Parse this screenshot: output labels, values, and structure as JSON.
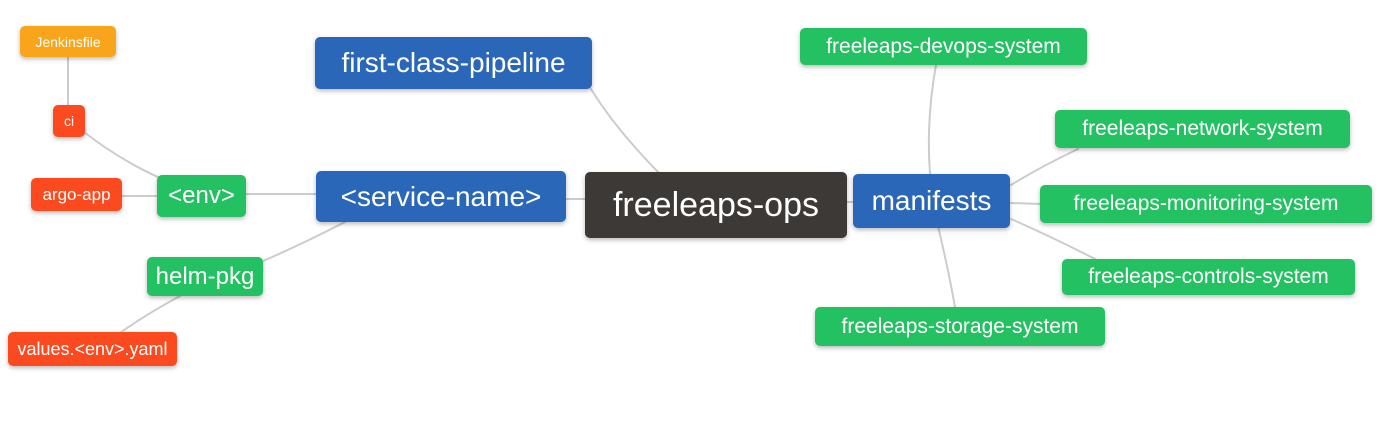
{
  "diagram": {
    "type": "mindmap",
    "background_color": "#ffffff",
    "edge_color": "#cccccc",
    "colors": {
      "root_dark": "#3d3936",
      "branch_blue": "#2a67b8",
      "leaf_green": "#23c162",
      "leaf_red": "#fb4a1f",
      "leaf_orange": "#f9a51b"
    },
    "nodes": [
      {
        "id": "freeleaps-ops",
        "label": "freeleaps-ops",
        "color": "#3d3936"
      },
      {
        "id": "first-class-pipeline",
        "label": "first-class-pipeline",
        "color": "#2a67b8"
      },
      {
        "id": "service-name",
        "label": "<service-name>",
        "color": "#2a67b8"
      },
      {
        "id": "env",
        "label": "<env>",
        "color": "#23c162"
      },
      {
        "id": "ci",
        "label": "ci",
        "color": "#fb4a1f"
      },
      {
        "id": "jenkinsfile",
        "label": "Jenkinsfile",
        "color": "#f9a51b"
      },
      {
        "id": "argo-app",
        "label": "argo-app",
        "color": "#fb4a1f"
      },
      {
        "id": "helm-pkg",
        "label": "helm-pkg",
        "color": "#23c162"
      },
      {
        "id": "values-env-yaml",
        "label": "values.<env>.yaml",
        "color": "#fb4a1f"
      },
      {
        "id": "manifests",
        "label": "manifests",
        "color": "#2a67b8"
      },
      {
        "id": "freeleaps-devops-system",
        "label": "freeleaps-devops-system",
        "color": "#23c162"
      },
      {
        "id": "freeleaps-network-system",
        "label": "freeleaps-network-system",
        "color": "#23c162"
      },
      {
        "id": "freeleaps-monitoring-system",
        "label": "freeleaps-monitoring-system",
        "color": "#23c162"
      },
      {
        "id": "freeleaps-controls-system",
        "label": "freeleaps-controls-system",
        "color": "#23c162"
      },
      {
        "id": "freeleaps-storage-system",
        "label": "freeleaps-storage-system",
        "color": "#23c162"
      }
    ],
    "edges": [
      [
        "jenkinsfile",
        "ci"
      ],
      [
        "ci",
        "env"
      ],
      [
        "argo-app",
        "env"
      ],
      [
        "env",
        "service-name"
      ],
      [
        "helm-pkg",
        "service-name"
      ],
      [
        "values-env-yaml",
        "helm-pkg"
      ],
      [
        "service-name",
        "freeleaps-ops"
      ],
      [
        "first-class-pipeline",
        "freeleaps-ops"
      ],
      [
        "freeleaps-ops",
        "manifests"
      ],
      [
        "manifests",
        "freeleaps-devops-system"
      ],
      [
        "manifests",
        "freeleaps-network-system"
      ],
      [
        "manifests",
        "freeleaps-monitoring-system"
      ],
      [
        "manifests",
        "freeleaps-controls-system"
      ],
      [
        "manifests",
        "freeleaps-storage-system"
      ]
    ]
  }
}
